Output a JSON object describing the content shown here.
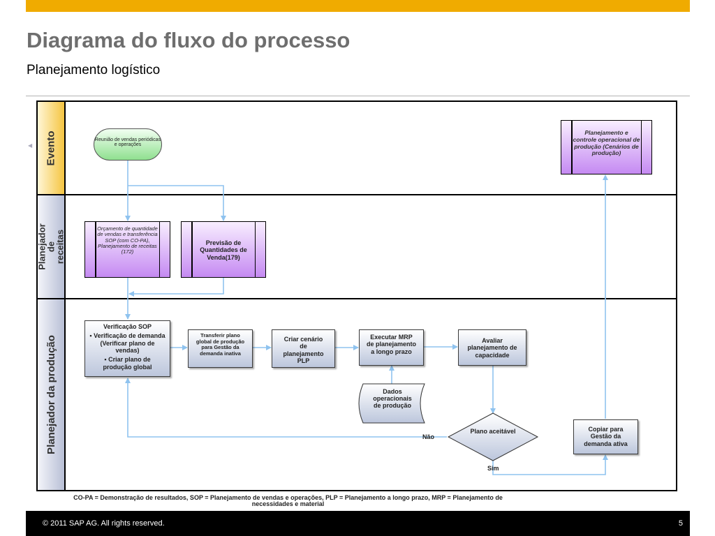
{
  "header": {
    "title": "Diagrama do fluxo do processo",
    "subtitle": "Planejamento logístico"
  },
  "lanes": {
    "evento": "Evento",
    "receitas": "Planejador de receitas",
    "producao": "Planejador da produção"
  },
  "nodes": {
    "reuniao": "Reunião de vendas periódicas e operações",
    "orcamento": "Orçamento de quantidade de vendas e transferência SOP (com CO-PA), Planejamento de receitas (172)",
    "previsao": "Previsão de Quantidades de Venda(179)",
    "planejamento_controle": "Planejamento e controle operacional de produção (Cenários de produção)",
    "verificacao_title": "Verificação SOP",
    "verificacao_item1": "Verificação de demanda (Verificar plano de vendas)",
    "verificacao_item2": "Criar plano de produção global",
    "transferir": "Transferir plano global de produção para Gestão da demanda inativa",
    "criar_cenario": "Criar cenário de planejamento PLP",
    "executar_mrp": "Executar MRP de planejamento a longo prazo",
    "avaliar": "Avaliar planejamento de capacidade",
    "dados": "Dados operacionais de produção",
    "plano_aceitavel": "Plano aceitável",
    "copiar": "Copiar para Gestão da demanda ativa"
  },
  "labels": {
    "nao": "Não",
    "sim": "Sim"
  },
  "footnote": "CO-PA = Demonstração de resultados, SOP = Planejamento de vendas e operações, PLP = Planejamento a longo prazo, MRP = Planejamento de necessidades e material",
  "footer": {
    "copyright": "© 2011 SAP AG. All rights reserved.",
    "page_number": "5"
  },
  "colors": {
    "accent_bar": "#f0ab00",
    "connector": "#8fc3ef",
    "event_box": "#8fe08f",
    "purple_box": "#c58af2",
    "process_box": "#bcc6dc"
  }
}
